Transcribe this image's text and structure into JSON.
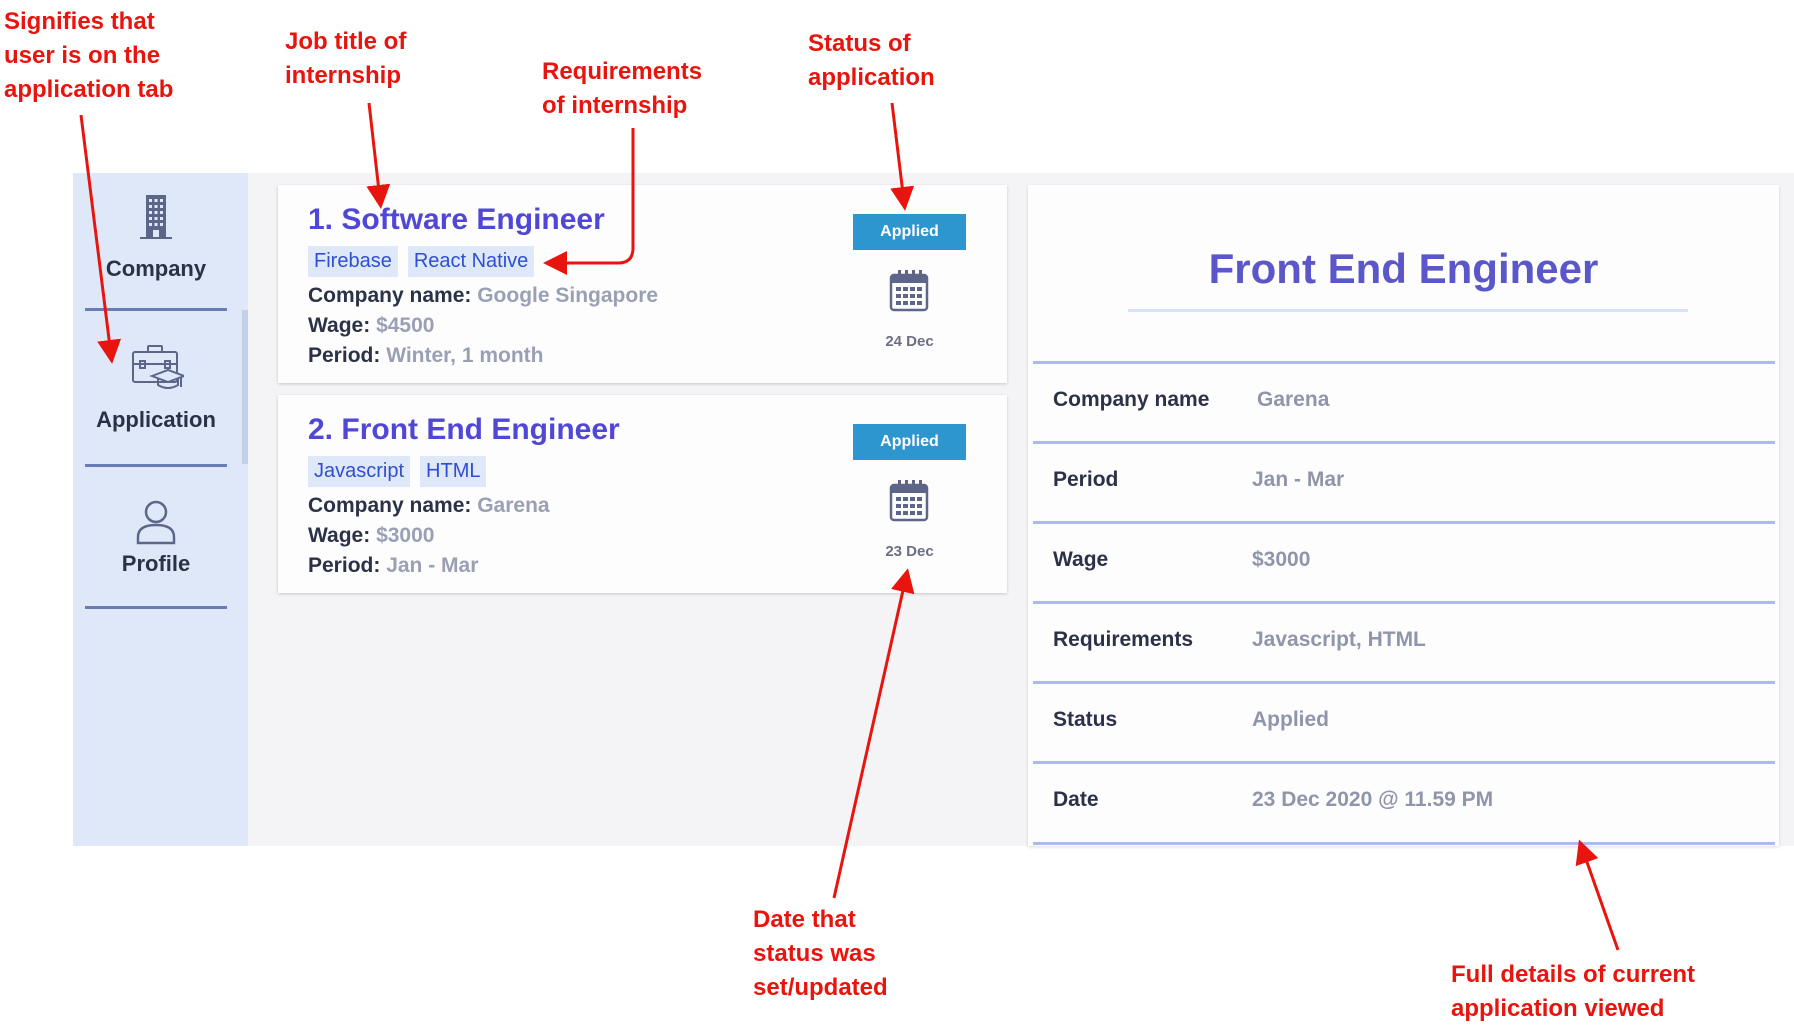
{
  "sidebar": {
    "items": [
      {
        "label": "Company",
        "icon": "building-icon"
      },
      {
        "label": "Application",
        "icon": "briefcase-icon"
      },
      {
        "label": "Profile",
        "icon": "user-icon"
      }
    ]
  },
  "applications": [
    {
      "index": "1.",
      "title": "Software Engineer",
      "tags": [
        "Firebase",
        "React Native"
      ],
      "company_label": "Company name:",
      "company": "Google Singapore",
      "wage_label": "Wage:",
      "wage": "$4500",
      "period_label": "Period:",
      "period": "Winter, 1 month",
      "status": "Applied",
      "date": "24 Dec"
    },
    {
      "index": "2.",
      "title": "Front End Engineer",
      "tags": [
        "Javascript",
        "HTML"
      ],
      "company_label": "Company name:",
      "company": "Garena",
      "wage_label": "Wage:",
      "wage": "$3000",
      "period_label": "Period:",
      "period": "Jan - Mar",
      "status": "Applied",
      "date": "23 Dec"
    }
  ],
  "detail": {
    "title": "Front End Engineer",
    "rows": [
      {
        "label": "Company name",
        "value": "Garena"
      },
      {
        "label": "Period",
        "value": "Jan - Mar"
      },
      {
        "label": "Wage",
        "value": "$3000"
      },
      {
        "label": "Requirements",
        "value": "Javascript, HTML"
      },
      {
        "label": "Status",
        "value": "Applied"
      },
      {
        "label": "Date",
        "value": "23 Dec 2020 @ 11.59 PM"
      }
    ]
  },
  "annotations": {
    "tab": "Signifies that\nuser is on the\napplication tab",
    "job_title": "Job title of\ninternship",
    "requirements": "Requirements\nof internship",
    "status": "Status of\napplication",
    "date": "Date that\nstatus was\nset/updated",
    "details": "Full details of current\napplication viewed"
  },
  "colors": {
    "accent": "#5147d6",
    "status_badge": "#2e96cf",
    "sidebar": "#dfe8f8",
    "annotation": "#e8140e"
  }
}
